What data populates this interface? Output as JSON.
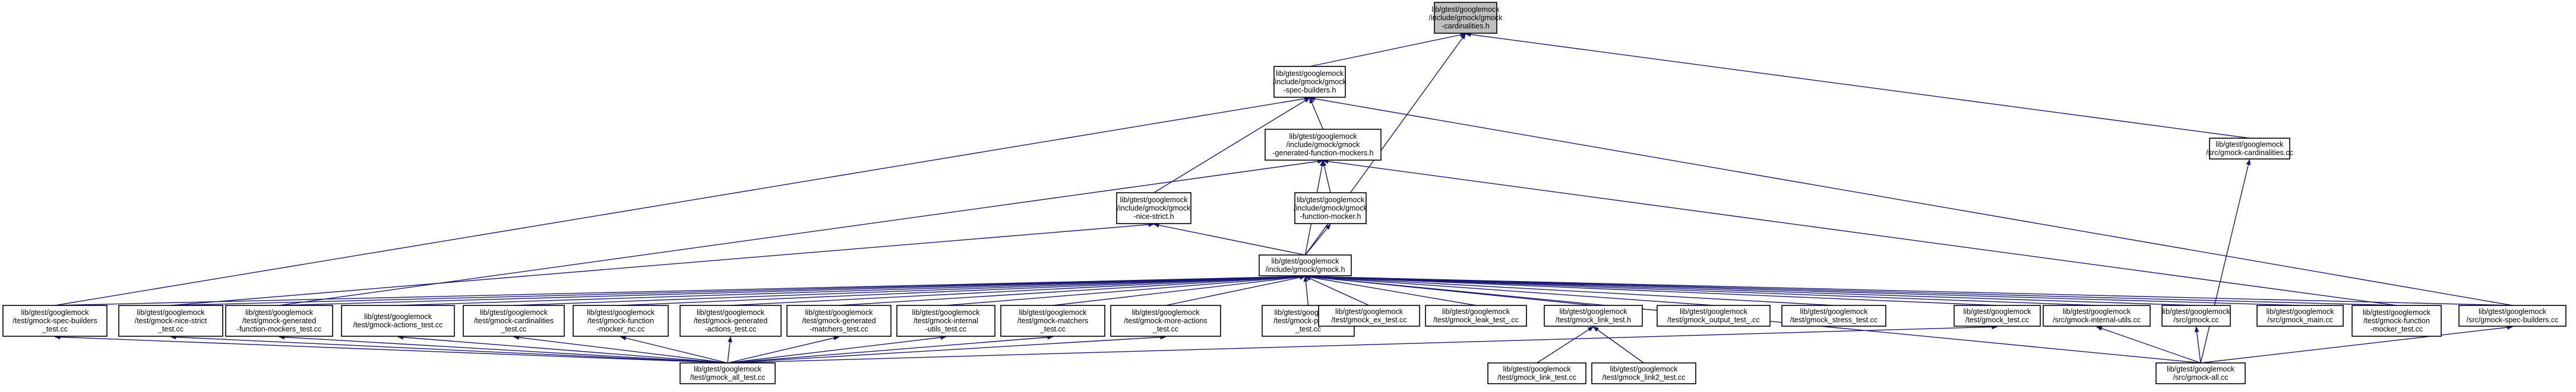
{
  "root": "cardinalities",
  "colors": {
    "edge": "#191970",
    "root_fill": "#bfbfbf",
    "node_fill": "#ffffff"
  },
  "nodes": {
    "cardinalities": {
      "lines": [
        "lib/gtest/googlemock",
        "/include/gmock/gmock",
        "-cardinalities.h"
      ]
    },
    "spec_builders_h": {
      "lines": [
        "lib/gtest/googlemock",
        "/include/gmock/gmock",
        "-spec-builders.h"
      ]
    },
    "cardinalities_cc": {
      "lines": [
        "lib/gtest/googlemock",
        "/src/gmock-cardinalities.cc"
      ]
    },
    "gen_function_mockers_h": {
      "lines": [
        "lib/gtest/googlemock",
        "/include/gmock/gmock",
        "-generated-function-mockers.h"
      ]
    },
    "nice_strict_h": {
      "lines": [
        "lib/gtest/googlemock",
        "/include/gmock/gmock",
        "-nice-strict.h"
      ]
    },
    "function_mocker_h": {
      "lines": [
        "lib/gtest/googlemock",
        "/include/gmock/gmock",
        "-function-mocker.h"
      ]
    },
    "gmock_h": {
      "lines": [
        "lib/gtest/googlemock",
        "/include/gmock/gmock.h"
      ]
    },
    "t_spec_builders": {
      "lines": [
        "lib/gtest/googlemock",
        "/test/gmock-spec-builders",
        "_test.cc"
      ]
    },
    "t_nice_strict": {
      "lines": [
        "lib/gtest/googlemock",
        "/test/gmock-nice-strict",
        "_test.cc"
      ]
    },
    "t_gen_function_mockers": {
      "lines": [
        "lib/gtest/googlemock",
        "/test/gmock-generated",
        "-function-mockers_test.cc"
      ]
    },
    "t_actions": {
      "lines": [
        "lib/gtest/googlemock",
        "/test/gmock-actions_test.cc"
      ]
    },
    "t_cardinalities": {
      "lines": [
        "lib/gtest/googlemock",
        "/test/gmock-cardinalities",
        "_test.cc"
      ]
    },
    "t_function_mocker": {
      "lines": [
        "lib/gtest/googlemock",
        "/test/gmock-function",
        "-mocker_nc.cc"
      ]
    },
    "t_gen_actions": {
      "lines": [
        "lib/gtest/googlemock",
        "/test/gmock-generated",
        "-actions_test.cc"
      ]
    },
    "t_gen_matchers": {
      "lines": [
        "lib/gtest/googlemock",
        "/test/gmock-generated",
        "-matchers_test.cc"
      ]
    },
    "t_internal_utils": {
      "lines": [
        "lib/gtest/googlemock",
        "/test/gmock-internal",
        "-utils_test.cc"
      ]
    },
    "t_matchers": {
      "lines": [
        "lib/gtest/googlemock",
        "/test/gmock-matchers",
        "_test.cc"
      ]
    },
    "t_more_actions": {
      "lines": [
        "lib/gtest/googlemock",
        "/test/gmock-more-actions",
        "_test.cc"
      ]
    },
    "t_pp_string": {
      "lines": [
        "lib/gtest/googlemock",
        "/test/gmock-pp-string",
        "_test.cc"
      ]
    },
    "t_ex": {
      "lines": [
        "lib/gtest/googlemock",
        "/test/gmock_ex_test.cc"
      ]
    },
    "t_leak": {
      "lines": [
        "lib/gtest/googlemock",
        "/test/gmock_leak_test_.cc"
      ]
    },
    "t_link_h": {
      "lines": [
        "lib/gtest/googlemock",
        "/test/gmock_link_test.h"
      ]
    },
    "t_output": {
      "lines": [
        "lib/gtest/googlemock",
        "/test/gmock_output_test_.cc"
      ]
    },
    "t_stress": {
      "lines": [
        "lib/gtest/googlemock",
        "/test/gmock_stress_test.cc"
      ]
    },
    "t_gmock_test": {
      "lines": [
        "lib/gtest/googlemock",
        "/test/gmock_test.cc"
      ]
    },
    "s_internal_utils": {
      "lines": [
        "lib/gtest/googlemock",
        "/src/gmock-internal-utils.cc"
      ]
    },
    "s_gmock": {
      "lines": [
        "lib/gtest/googlemock",
        "/src/gmock.cc"
      ]
    },
    "s_gmock_main": {
      "lines": [
        "lib/gtest/googlemock",
        "/src/gmock_main.cc"
      ]
    },
    "t_function_mocker_test": {
      "lines": [
        "lib/gtest/googlemock",
        "/test/gmock-function",
        "-mocker_test.cc"
      ]
    },
    "s_spec_builders": {
      "lines": [
        "lib/gtest/googlemock",
        "/src/gmock-spec-builders.cc"
      ]
    },
    "t_all": {
      "lines": [
        "lib/gtest/googlemock",
        "/test/gmock_all_test.cc"
      ]
    },
    "t_link": {
      "lines": [
        "lib/gtest/googlemock",
        "/test/gmock_link_test.cc"
      ]
    },
    "t_link2": {
      "lines": [
        "lib/gtest/googlemock",
        "/test/gmock_link2_test.cc"
      ]
    },
    "s_all": {
      "lines": [
        "lib/gtest/googlemock",
        "/src/gmock-all.cc"
      ]
    }
  },
  "edges": [
    [
      "spec_builders_h",
      "cardinalities"
    ],
    [
      "gmock_h",
      "cardinalities"
    ],
    [
      "cardinalities_cc",
      "cardinalities"
    ],
    [
      "gen_function_mockers_h",
      "spec_builders_h"
    ],
    [
      "nice_strict_h",
      "spec_builders_h"
    ],
    [
      "t_spec_builders",
      "spec_builders_h"
    ],
    [
      "s_spec_builders",
      "spec_builders_h"
    ],
    [
      "s_all",
      "cardinalities_cc"
    ],
    [
      "function_mocker_h",
      "gen_function_mockers_h"
    ],
    [
      "gmock_h",
      "gen_function_mockers_h"
    ],
    [
      "t_gen_function_mockers",
      "gen_function_mockers_h"
    ],
    [
      "t_function_mocker_test",
      "gen_function_mockers_h"
    ],
    [
      "gmock_h",
      "nice_strict_h"
    ],
    [
      "t_nice_strict",
      "nice_strict_h"
    ],
    [
      "gmock_h",
      "function_mocker_h"
    ],
    [
      "t_spec_builders",
      "gmock_h"
    ],
    [
      "t_nice_strict",
      "gmock_h"
    ],
    [
      "t_gen_function_mockers",
      "gmock_h"
    ],
    [
      "t_actions",
      "gmock_h"
    ],
    [
      "t_cardinalities",
      "gmock_h"
    ],
    [
      "t_function_mocker",
      "gmock_h"
    ],
    [
      "t_gen_actions",
      "gmock_h"
    ],
    [
      "t_gen_matchers",
      "gmock_h"
    ],
    [
      "t_internal_utils",
      "gmock_h"
    ],
    [
      "t_matchers",
      "gmock_h"
    ],
    [
      "t_more_actions",
      "gmock_h"
    ],
    [
      "t_pp_string",
      "gmock_h"
    ],
    [
      "t_ex",
      "gmock_h"
    ],
    [
      "t_leak",
      "gmock_h"
    ],
    [
      "t_link_h",
      "gmock_h"
    ],
    [
      "t_output",
      "gmock_h"
    ],
    [
      "t_stress",
      "gmock_h"
    ],
    [
      "t_gmock_test",
      "gmock_h"
    ],
    [
      "s_internal_utils",
      "gmock_h"
    ],
    [
      "s_gmock",
      "gmock_h"
    ],
    [
      "s_gmock_main",
      "gmock_h"
    ],
    [
      "t_function_mocker_test",
      "gmock_h"
    ],
    [
      "s_spec_builders",
      "gmock_h"
    ],
    [
      "s_all",
      "gmock_h"
    ],
    [
      "t_all",
      "t_spec_builders"
    ],
    [
      "t_all",
      "t_nice_strict"
    ],
    [
      "t_all",
      "t_gen_function_mockers"
    ],
    [
      "t_all",
      "t_actions"
    ],
    [
      "t_all",
      "t_cardinalities"
    ],
    [
      "t_all",
      "t_function_mocker"
    ],
    [
      "t_all",
      "t_gen_actions"
    ],
    [
      "t_all",
      "t_gen_matchers"
    ],
    [
      "t_all",
      "t_internal_utils"
    ],
    [
      "t_all",
      "t_matchers"
    ],
    [
      "t_all",
      "t_more_actions"
    ],
    [
      "t_all",
      "t_gmock_test"
    ],
    [
      "t_link",
      "t_link_h"
    ],
    [
      "t_link2",
      "t_link_h"
    ],
    [
      "s_all",
      "s_internal_utils"
    ],
    [
      "s_all",
      "s_gmock"
    ],
    [
      "s_all",
      "s_spec_builders"
    ]
  ]
}
